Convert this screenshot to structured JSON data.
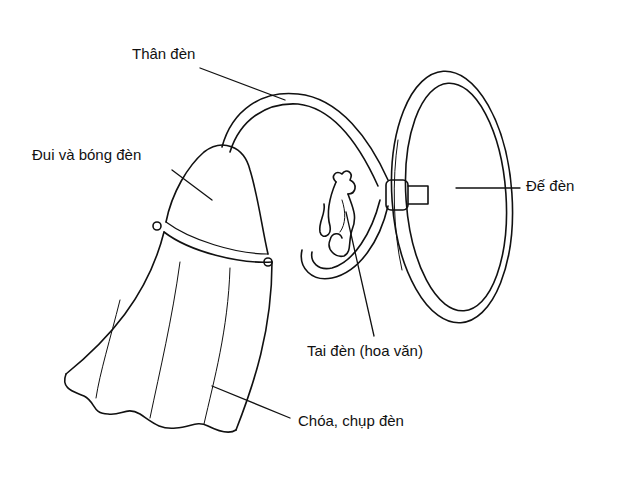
{
  "diagram": {
    "labels": [
      "Thân đèn",
      "Đui và bóng đèn",
      "Đế đèn",
      "Tai đèn (hoa văn)",
      "Chóa, chụp đèn"
    ]
  }
}
